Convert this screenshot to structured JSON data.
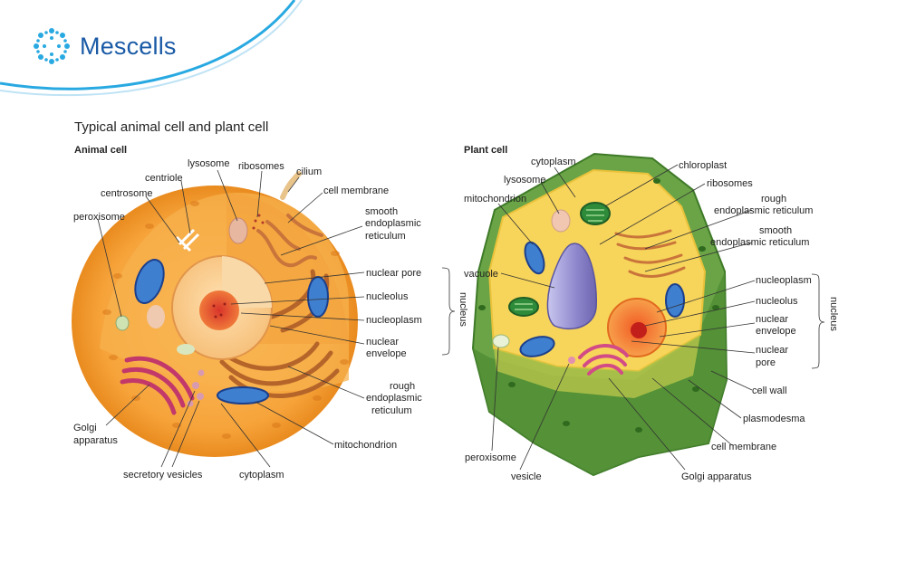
{
  "brand": {
    "name": "Mescells",
    "logo_icon": "dotted-ring-icon",
    "accent_color": "#1a5aa6",
    "arc_color": "#29a9e1"
  },
  "title": "Typical animal cell and plant cell",
  "animal": {
    "heading": "Animal cell",
    "labels": {
      "lysosome": "lysosome",
      "ribosomes": "ribosomes",
      "cilium": "cilium",
      "centriole": "centriole",
      "cell_membrane": "cell membrane",
      "centrosome": "centrosome",
      "smooth_er_1": "smooth",
      "smooth_er_2": "endoplasmic",
      "smooth_er_3": "reticulum",
      "peroxisome": "peroxisome",
      "nuclear_pore": "nuclear pore",
      "nucleolus": "nucleolus",
      "nucleoplasm": "nucleoplasm",
      "nuclear_envelope_1": "nuclear",
      "nuclear_envelope_2": "envelope",
      "nucleus": "nucleus",
      "rough_er_1": "rough",
      "rough_er_2": "endoplasmic",
      "rough_er_3": "reticulum",
      "golgi_1": "Golgi",
      "golgi_2": "apparatus",
      "mitochondrion": "mitochondrion",
      "secretory_vesicles": "secretory vesicles",
      "cytoplasm": "cytoplasm"
    }
  },
  "plant": {
    "heading": "Plant cell",
    "labels": {
      "cytoplasm": "cytoplasm",
      "chloroplast": "chloroplast",
      "lysosome": "lysosome",
      "ribosomes": "ribosomes",
      "mitochondrion": "mitochondrion",
      "rough_er_1": "rough",
      "rough_er_2": "endoplasmic reticulum",
      "smooth_er_1": "smooth",
      "smooth_er_2": "endoplasmic reticulum",
      "vacuole": "vacuole",
      "nucleoplasm": "nucleoplasm",
      "nucleolus": "nucleolus",
      "nuclear_envelope_1": "nuclear",
      "nuclear_envelope_2": "envelope",
      "nuclear_pore_1": "nuclear",
      "nuclear_pore_2": "pore",
      "nucleus": "nucleus",
      "cell_wall": "cell wall",
      "plasmodesma": "plasmodesma",
      "cell_membrane": "cell membrane",
      "peroxisome": "peroxisome",
      "vesicle": "vesicle",
      "golgi": "Golgi apparatus"
    }
  }
}
